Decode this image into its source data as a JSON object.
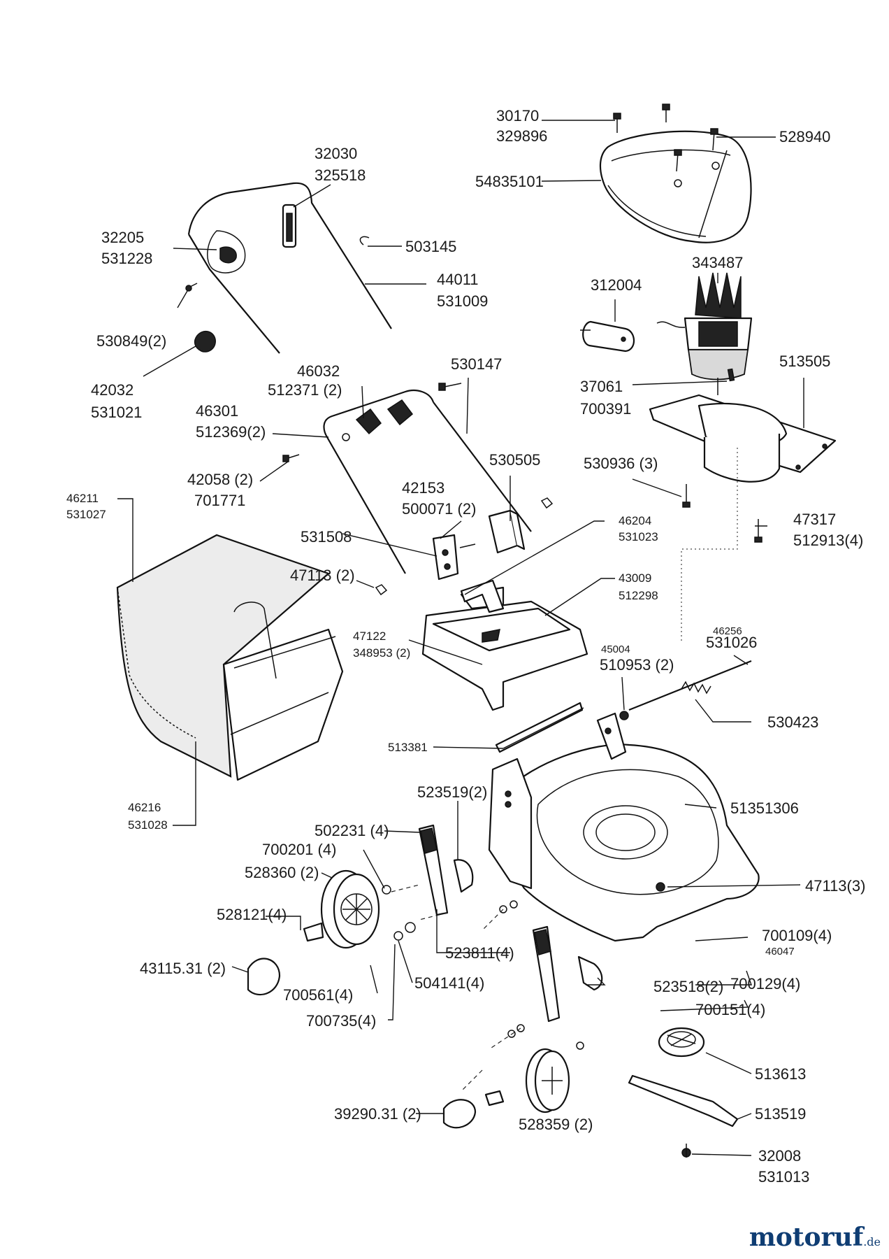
{
  "labels": {
    "p30170": "30170",
    "p329896": "329896",
    "p528940": "528940",
    "p54835101": "54835101",
    "p32030": "32030",
    "p325518": "325518",
    "p503145": "503145",
    "p32205": "32205",
    "p531228": "531228",
    "p343487": "343487",
    "p312004": "312004",
    "p44011": "44011",
    "p531009": "531009",
    "p530849": "530849(2)",
    "p42032": "42032",
    "p531021": "531021",
    "p46032": "46032",
    "p512371": "512371 (2)",
    "p530147": "530147",
    "p37061": "37061",
    "p700391": "700391",
    "p513505": "513505",
    "p46301": "46301",
    "p512369": "512369(2)",
    "p530505": "530505",
    "p530936": "530936 (3)",
    "p42058": "42058 (2)",
    "p701771": "701771",
    "p42153": "42153",
    "p500071": "500071 (2)",
    "p47317": "47317",
    "p512913": "512913(4)",
    "p46211": "46211",
    "p531027": "531027",
    "p46204": "46204",
    "p531023": "531023",
    "p531508": "531508",
    "p47113a": "47113 (2)",
    "p43009": "43009",
    "p512298": "512298",
    "p46256": "46256",
    "p531026": "531026",
    "p47122": "47122",
    "p348953": "348953 (2)",
    "p45004": "45004",
    "p510953": "510953 (2)",
    "p530423": "530423",
    "p513381": "513381",
    "p523519": "523519(2)",
    "p51351306": "51351306",
    "p46216": "46216",
    "p531028": "531028",
    "p502231": "502231 (4)",
    "p700201": "700201 (4)",
    "p528360": "528360 (2)",
    "p47113b": "47113(3)",
    "p528121": "528121(4)",
    "p700109": "700109(4)",
    "p46047": "46047",
    "p523811": "523811(4)",
    "p43115": "43115.31 (2)",
    "p523518": "523518(2)",
    "p700129": "700129(4)",
    "p504141": "504141(4)",
    "p700561": "700561(4)",
    "p700151": "700151(4)",
    "p700735": "700735(4)",
    "p513613": "513613",
    "p513519": "513519",
    "p39290": "39290.31 (2)",
    "p528359": "528359 (2)",
    "p32008": "32008",
    "p531013": "531013"
  },
  "brand": {
    "name": "motoruf",
    "tld": ".de"
  }
}
